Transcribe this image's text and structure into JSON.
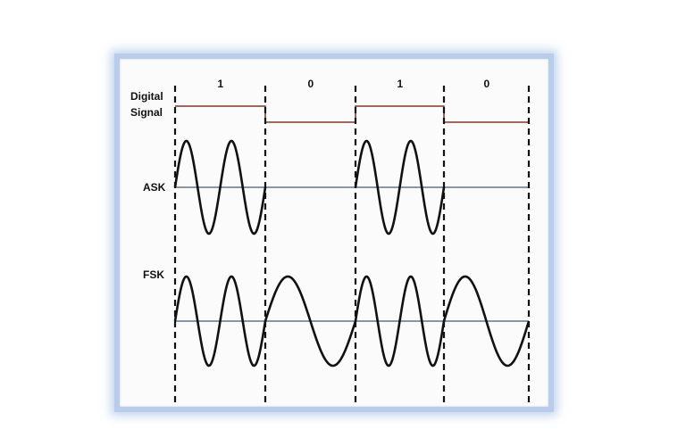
{
  "labels": {
    "digital_line1": "Digital",
    "digital_line2": "Signal",
    "ask": "ASK",
    "fsk": "FSK"
  },
  "bits": [
    "1",
    "0",
    "1",
    "0"
  ],
  "colors": {
    "digital_signal": "#7a3a2a",
    "baseline": "#4a5a6a",
    "wave": "#111111",
    "divider": "#111111",
    "frame_border": "#b9cdea"
  }
}
